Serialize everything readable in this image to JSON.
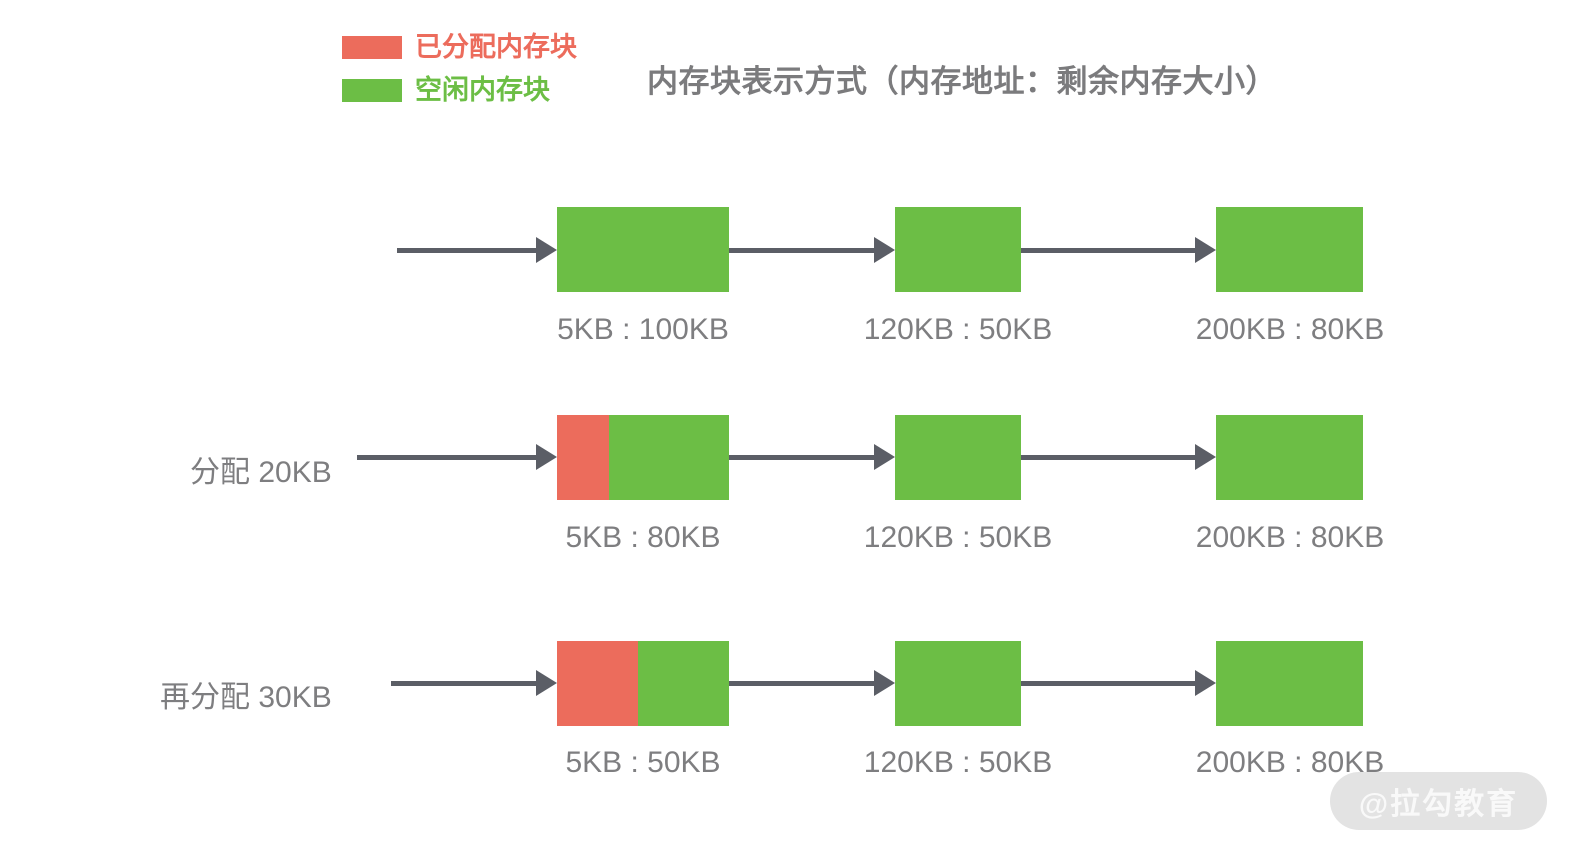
{
  "title": "内存块表示方式（内存地址：剩余内存大小）",
  "legend": {
    "items": [
      {
        "name": "allocated",
        "label": "已分配内存块",
        "color": "#EC6C5C"
      },
      {
        "name": "free",
        "label": "空闲内存块",
        "color": "#6CBE45"
      }
    ]
  },
  "colors": {
    "allocated_block": "#EC6C5C",
    "free_block": "#6CBE45",
    "arrow": "#5B5E66",
    "label_text": "#7E7E80",
    "title_text": "#7B7B7D",
    "watermark_bg": "#E3E3E3",
    "watermark_text": "#F9F9F9"
  },
  "rows": [
    {
      "label": "",
      "blocks": [
        {
          "caption": "5KB : 100KB",
          "allocated_pct": 0
        },
        {
          "caption": "120KB : 50KB",
          "allocated_pct": 0
        },
        {
          "caption": "200KB : 80KB",
          "allocated_pct": 0
        }
      ]
    },
    {
      "label": "分配 20KB",
      "blocks": [
        {
          "caption": "5KB : 80KB",
          "allocated_pct": 30
        },
        {
          "caption": "120KB : 50KB",
          "allocated_pct": 0
        },
        {
          "caption": "200KB : 80KB",
          "allocated_pct": 0
        }
      ]
    },
    {
      "label": "再分配 30KB",
      "blocks": [
        {
          "caption": "5KB : 50KB",
          "allocated_pct": 47
        },
        {
          "caption": "120KB : 50KB",
          "allocated_pct": 0
        },
        {
          "caption": "200KB : 80KB",
          "allocated_pct": 0
        }
      ]
    }
  ],
  "watermark": "@拉勾教育"
}
